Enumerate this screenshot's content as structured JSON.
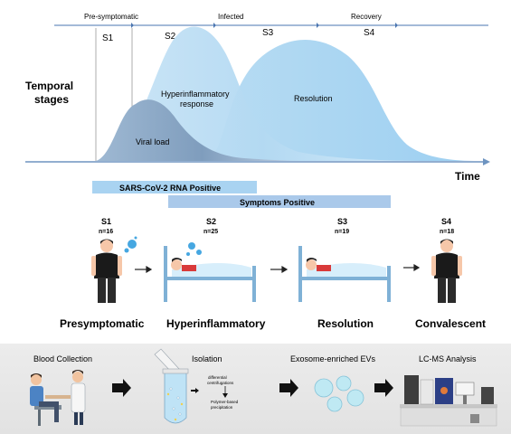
{
  "timeline": {
    "phases": [
      "Pre-symptomatic",
      "Infected",
      "Recovery"
    ],
    "stages": [
      "S1",
      "S2",
      "S3",
      "S4"
    ],
    "y_label_line1": "Temporal",
    "y_label_line2": "stages",
    "x_label": "Time",
    "curves": {
      "viral_load": "Viral load",
      "hyper_line1": "Hyperinflammatory",
      "hyper_line2": "response",
      "resolution": "Resolution"
    }
  },
  "bars": {
    "rna": "SARS-CoV-2 RNA Positive",
    "symptoms": "Symptoms Positive"
  },
  "groups": [
    {
      "stage": "S1",
      "n": "n=16",
      "name": "Presymptomatic"
    },
    {
      "stage": "S2",
      "n": "n=25",
      "name": "Hyperinflammatory"
    },
    {
      "stage": "S3",
      "n": "n=19",
      "name": "Resolution"
    },
    {
      "stage": "S4",
      "n": "n=18",
      "name": "Convalescent"
    }
  ],
  "workflow": {
    "steps": [
      "Blood Collection",
      "Isolation",
      "Exosome-enriched EVs",
      "LC-MS Analysis"
    ],
    "iso_step1_line1": "differential",
    "iso_step1_line2": "centrifugations",
    "iso_step2_line1": "Polymer-based",
    "iso_step2_line2": "precipitation"
  },
  "colors": {
    "viral": "#8ea9c6",
    "hyper": "#b7dbf2",
    "resolution": "#a6d5f2",
    "rna_bar": "#a9d3f1",
    "symptom_bar": "#aac9ea",
    "axis": "#6e94c1",
    "panel": "#e9e9e9",
    "virus": "#46a7e1"
  }
}
